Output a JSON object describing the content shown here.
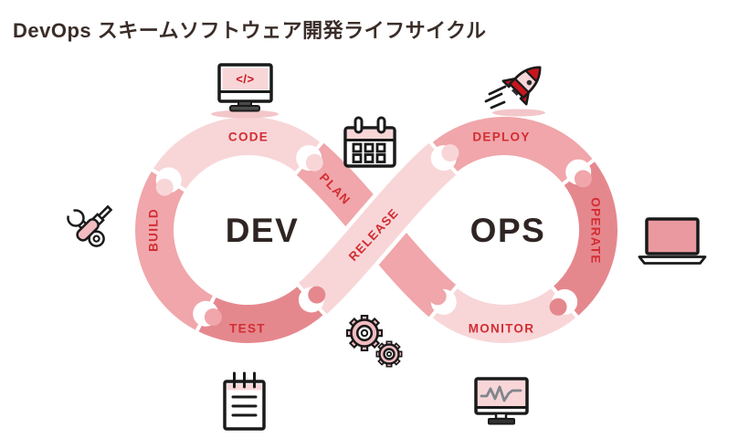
{
  "title": "DevOps スキームソフトウェア開発ライフサイクル",
  "diagram": {
    "dev_loop": {
      "center_label": "DEV",
      "segments": [
        {
          "label": "CODE"
        },
        {
          "label": "PLAN"
        },
        {
          "label": "BUILD"
        },
        {
          "label": "TEST"
        }
      ]
    },
    "ops_loop": {
      "center_label": "OPS",
      "segments": [
        {
          "label": "DEPLOY"
        },
        {
          "label": "OPERATE"
        },
        {
          "label": "MONITOR"
        }
      ]
    },
    "bridge": {
      "label": "RELEASE"
    }
  },
  "icons": {
    "code": "monitor-code-icon",
    "code_glyph": "</>",
    "plan": "calendar-icon",
    "deploy": "rocket-icon",
    "build": "tools-icon",
    "operate": "laptop-icon",
    "release": "gears-icon",
    "test": "notepad-icon",
    "monitor": "monitor-graph-icon"
  },
  "colors": {
    "light": "#f8d6d8",
    "medium": "#f0a6aa",
    "dark": "#e5888e",
    "label": "#d22d32",
    "text_dark": "#2f2523",
    "heading": "#3a2d28",
    "outline": "#1a1a1a",
    "icon_red": "#c8161e",
    "icon_pink": "#f2bcc0",
    "icon_rose": "#eb99a0",
    "shadow": "#f3c6c9",
    "wave_gray": "#7f868c"
  }
}
